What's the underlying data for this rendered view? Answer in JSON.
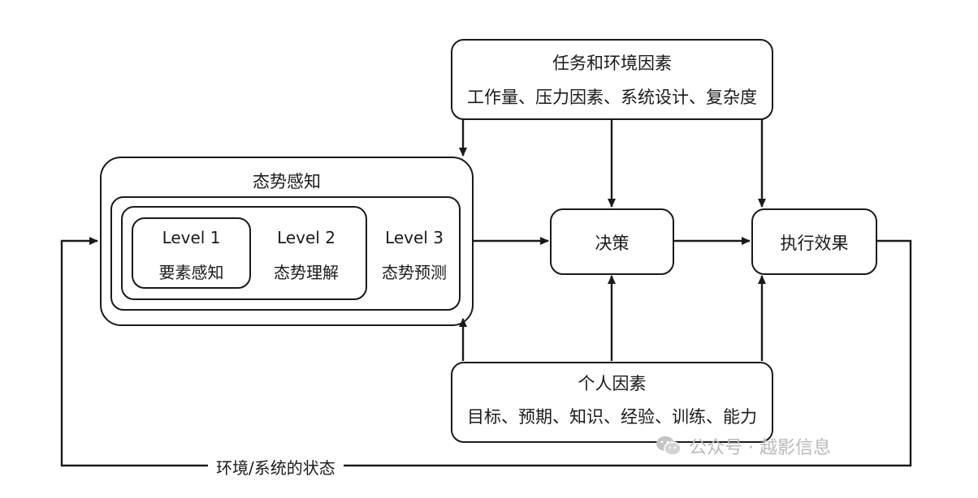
{
  "task_env": {
    "title": "任务和环境因素",
    "items": "工作量、压力因素、系统设计、复杂度"
  },
  "situation_awareness": {
    "title": "态势感知",
    "level1": {
      "label": "Level 1",
      "sub": "要素感知"
    },
    "level2": {
      "label": "Level 2",
      "sub": "态势理解"
    },
    "level3": {
      "label": "Level 3",
      "sub": "态势预测"
    }
  },
  "decision": {
    "label": "决策"
  },
  "performance": {
    "label": "执行效果"
  },
  "individual": {
    "title": "个人因素",
    "items": "目标、预期、知识、经验、训练、能力"
  },
  "feedback": {
    "label": "环境/系统的状态"
  },
  "watermark": {
    "text": "公众号 · 越影信息",
    "icon": "wechat-icon"
  }
}
